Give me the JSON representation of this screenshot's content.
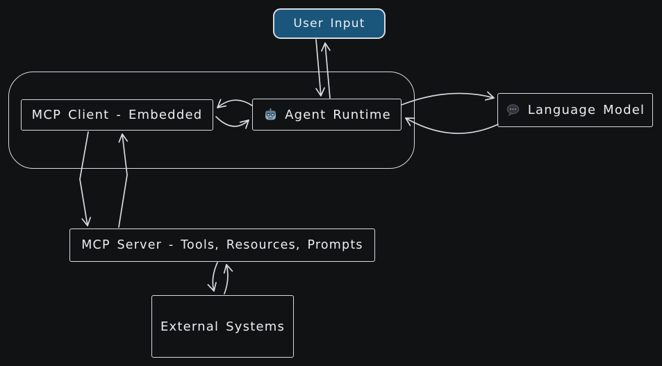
{
  "diagram": {
    "colors": {
      "background": "#111214",
      "stroke": "#d9dbdf",
      "text": "#eceef1",
      "user_input_fill": "#1a567c"
    },
    "nodes": {
      "user_input": {
        "label": "User Input"
      },
      "mcp_client": {
        "label": "MCP Client - Embedded"
      },
      "agent_runtime": {
        "label": "Agent Runtime",
        "icon": "robot"
      },
      "language_model": {
        "label": "Language Model",
        "icon": "speech-balloon"
      },
      "mcp_server": {
        "label": "MCP Server - Tools, Resources, Prompts"
      },
      "external_systems": {
        "label": "External Systems"
      }
    },
    "edges": [
      {
        "from": "user_input",
        "to": "agent_runtime",
        "bidirectional": true
      },
      {
        "from": "agent_runtime",
        "to": "mcp_client",
        "bidirectional": true
      },
      {
        "from": "agent_runtime",
        "to": "language_model",
        "bidirectional": true
      },
      {
        "from": "mcp_client",
        "to": "mcp_server",
        "bidirectional": true
      },
      {
        "from": "mcp_server",
        "to": "external_systems",
        "bidirectional": true
      }
    ]
  }
}
